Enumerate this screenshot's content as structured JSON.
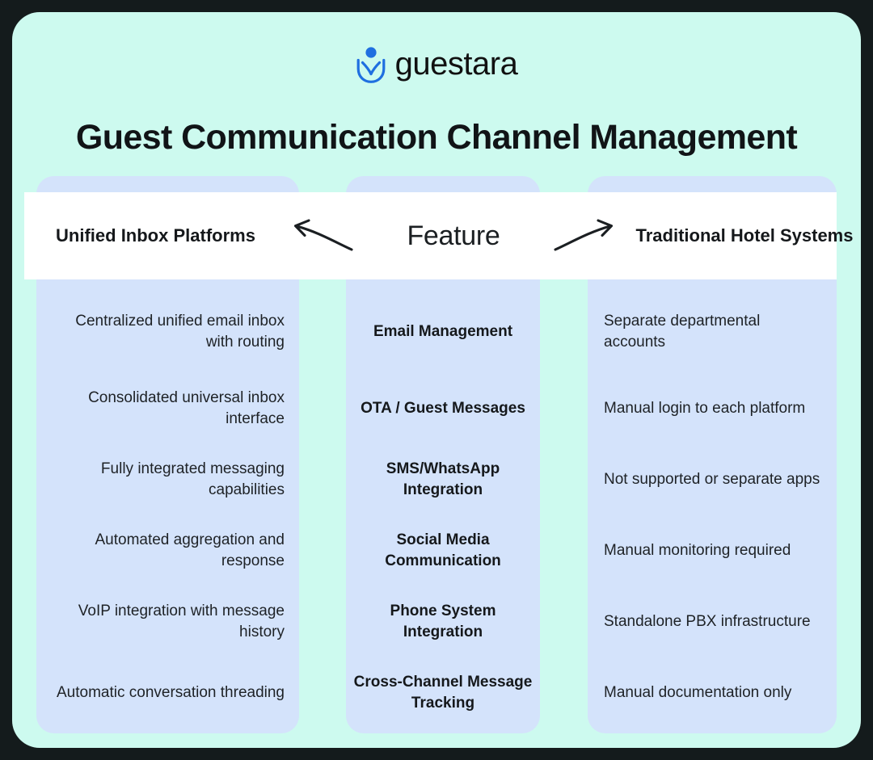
{
  "brand": {
    "name": "guestara",
    "logo_icon": "guestara-shield-x-logo",
    "logo_color": "#1f6fe0"
  },
  "title": "Guest Communication Channel Management",
  "theme": {
    "page_background": "#141b1c",
    "card_background": "#cdfaef",
    "column_background": "#d4e3fb",
    "header_band_background": "#ffffff",
    "text_color": "#15181b"
  },
  "table": {
    "header": {
      "left": "Unified Inbox Platforms",
      "center": "Feature",
      "right": "Traditional Hotel Systems",
      "left_arrow_icon": "curved-arrow-left-icon",
      "right_arrow_icon": "curved-arrow-right-icon"
    },
    "rows": [
      {
        "left": "Centralized unified email inbox with routing",
        "feature": "Email Management",
        "right": "Separate departmental accounts"
      },
      {
        "left": "Consolidated universal inbox interface",
        "feature": "OTA / Guest Messages",
        "right": "Manual login to each platform"
      },
      {
        "left": "Fully integrated messaging capabilities",
        "feature": "SMS/WhatsApp Integration",
        "right": "Not supported or separate apps"
      },
      {
        "left": "Automated aggregation and response",
        "feature": "Social Media Communication",
        "right": "Manual monitoring required"
      },
      {
        "left": "VoIP integration with message history",
        "feature": "Phone System Integration",
        "right": "Standalone PBX infrastructure"
      },
      {
        "left": "Automatic conversation threading",
        "feature": "Cross-Channel Message Tracking",
        "right": "Manual documentation only"
      }
    ]
  }
}
